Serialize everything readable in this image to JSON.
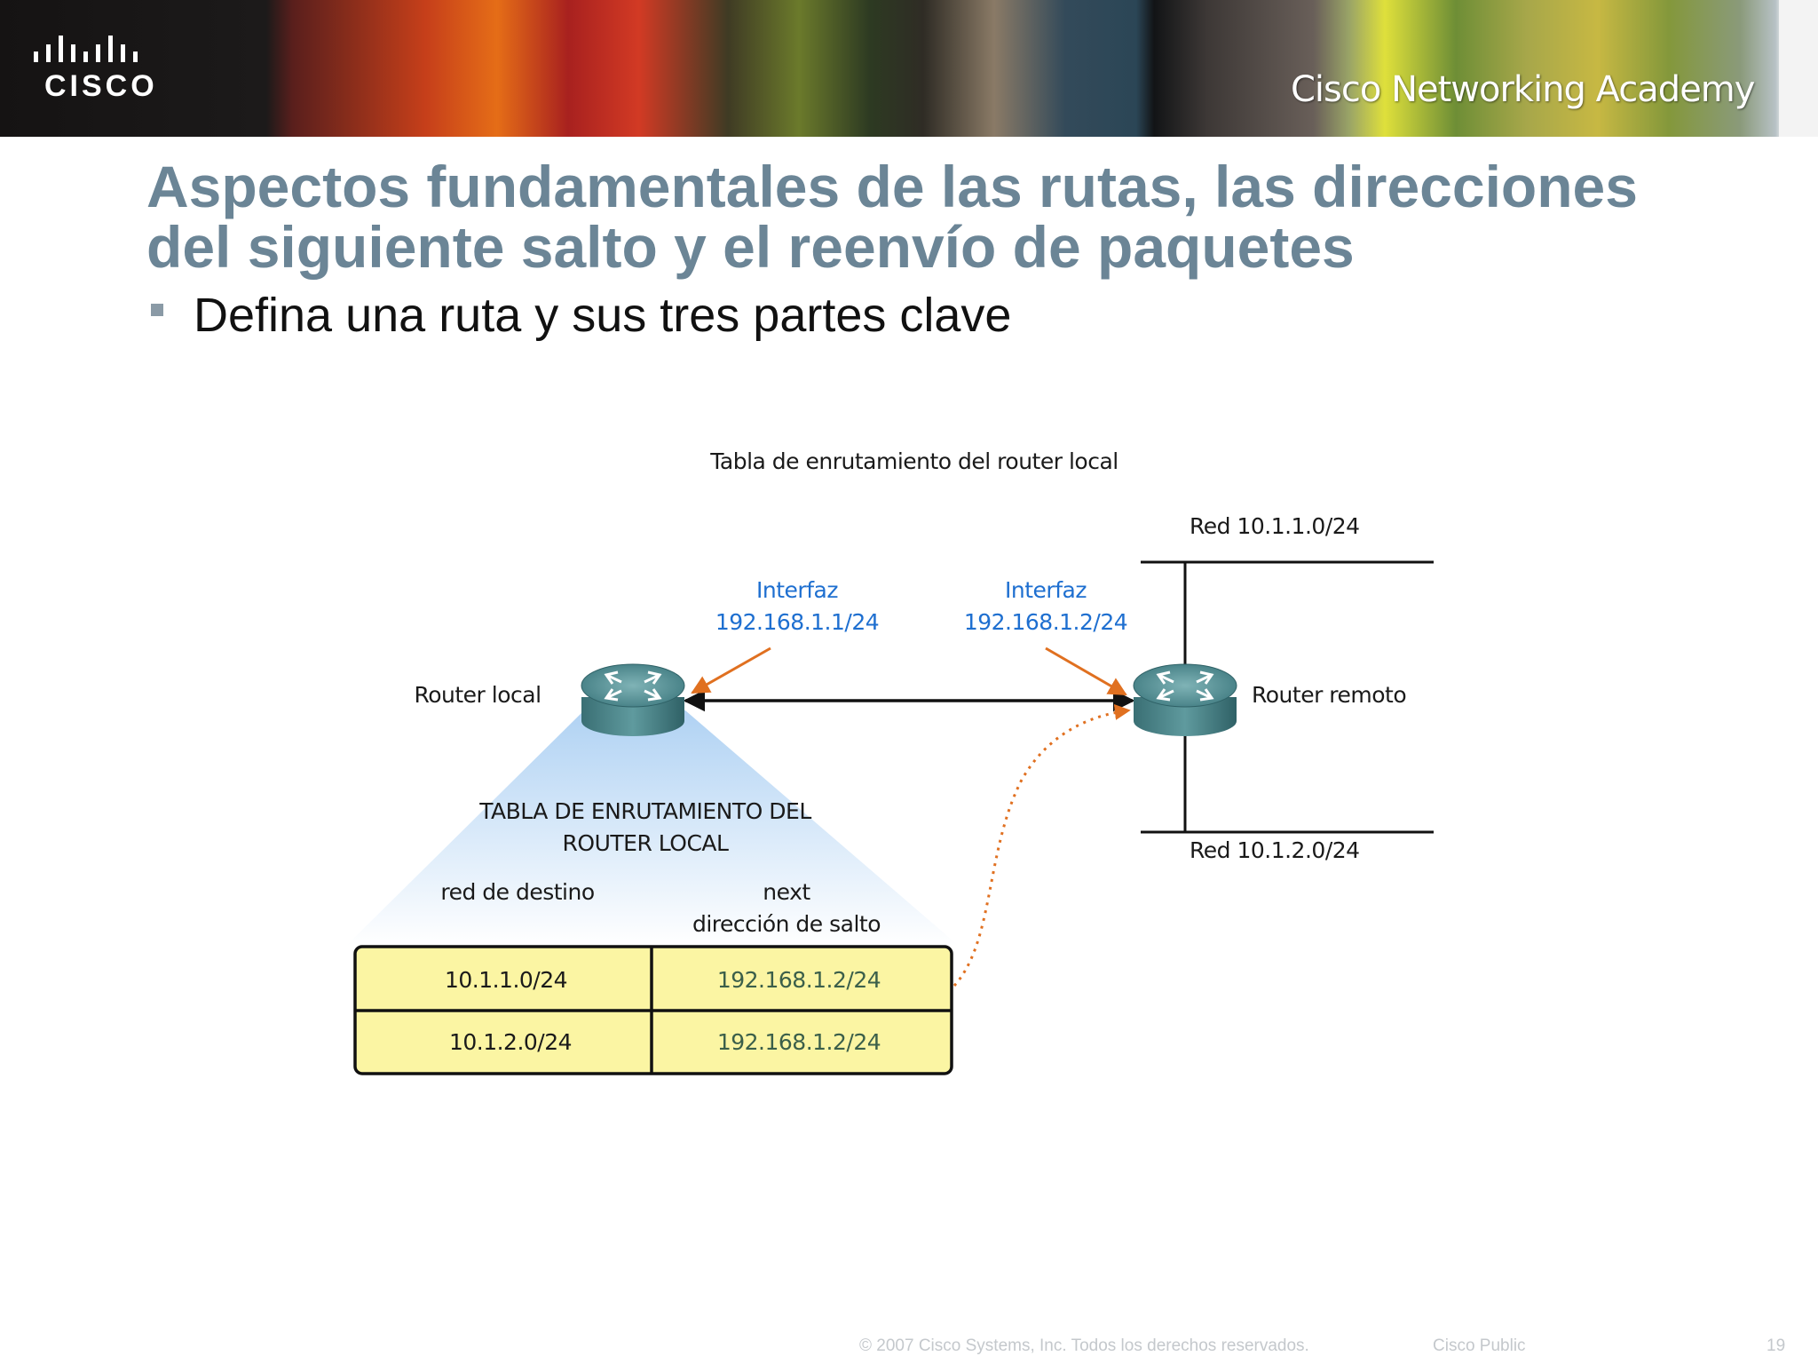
{
  "banner": {
    "logo_text": "CISCO",
    "academy_text": "Cisco Networking Academy"
  },
  "slide": {
    "title_line1": "Aspectos fundamentales de las rutas, las direcciones",
    "title_line2": "del siguiente salto y el reenvío de paquetes",
    "bullet": "Defina una ruta y sus tres partes clave"
  },
  "diagram": {
    "caption": "Tabla de enrutamiento del router local",
    "router_local_label": "Router local",
    "router_remote_label": "Router remoto",
    "interface_local_label": "Interfaz",
    "interface_local_ip": "192.168.1.1/24",
    "interface_remote_label": "Interfaz",
    "interface_remote_ip": "192.168.1.2/24",
    "network_top": "Red 10.1.1.0/24",
    "network_bottom": "Red 10.1.2.0/24",
    "table_title_line1": "TABLA DE ENRUTAMIENTO DEL",
    "table_title_line2": "ROUTER LOCAL",
    "col_dest": "red de destino",
    "col_hop_line1": "next",
    "col_hop_line2": "dirección de salto",
    "rows": [
      {
        "dest": "10.1.1.0/24",
        "hop": "192.168.1.2/24"
      },
      {
        "dest": "10.1.2.0/24",
        "hop": "192.168.1.2/24"
      }
    ],
    "colors": {
      "table_fill": "#fbf5a3",
      "arrow_orange": "#e07020",
      "interface_blue": "#1e6fd0",
      "cone_blue": "#a7cdf2"
    }
  },
  "footer": {
    "copyright": "© 2007 Cisco Systems, Inc. Todos los derechos reservados.",
    "classification": "Cisco Public",
    "page_number": "19"
  }
}
